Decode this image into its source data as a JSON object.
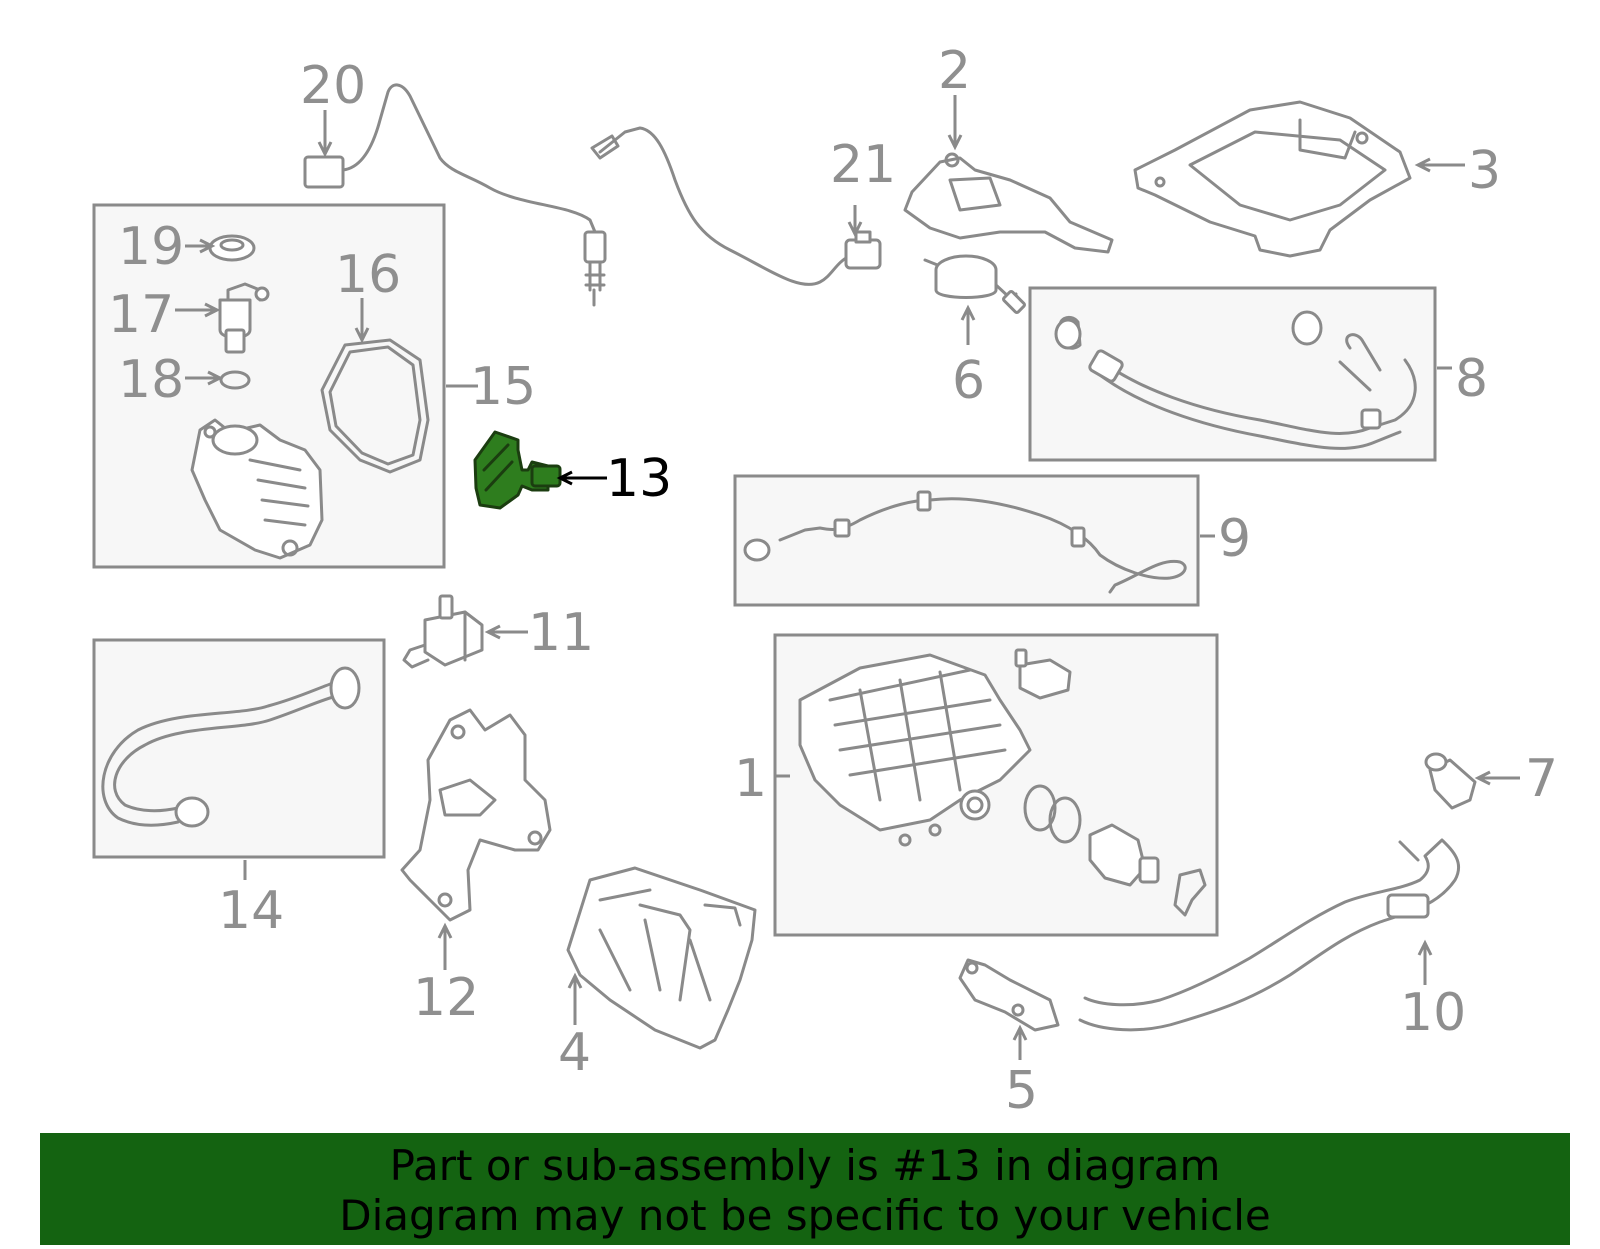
{
  "callouts": {
    "c1": "1",
    "c2": "2",
    "c3": "3",
    "c4": "4",
    "c5": "5",
    "c6": "6",
    "c7": "7",
    "c8": "8",
    "c9": "9",
    "c10": "10",
    "c11": "11",
    "c12": "12",
    "c13": "13",
    "c14": "14",
    "c15": "15",
    "c16": "16",
    "c17": "17",
    "c18": "18",
    "c19": "19",
    "c20": "20",
    "c21": "21"
  },
  "highlighted_part": "13",
  "colors": {
    "highlight": "#2e7d1e",
    "banner": "#146311",
    "line": "#8a8a8a"
  },
  "banner": {
    "line1": "Part or sub-assembly is #13 in diagram",
    "line2": "Diagram may not be specific to your vehicle"
  }
}
